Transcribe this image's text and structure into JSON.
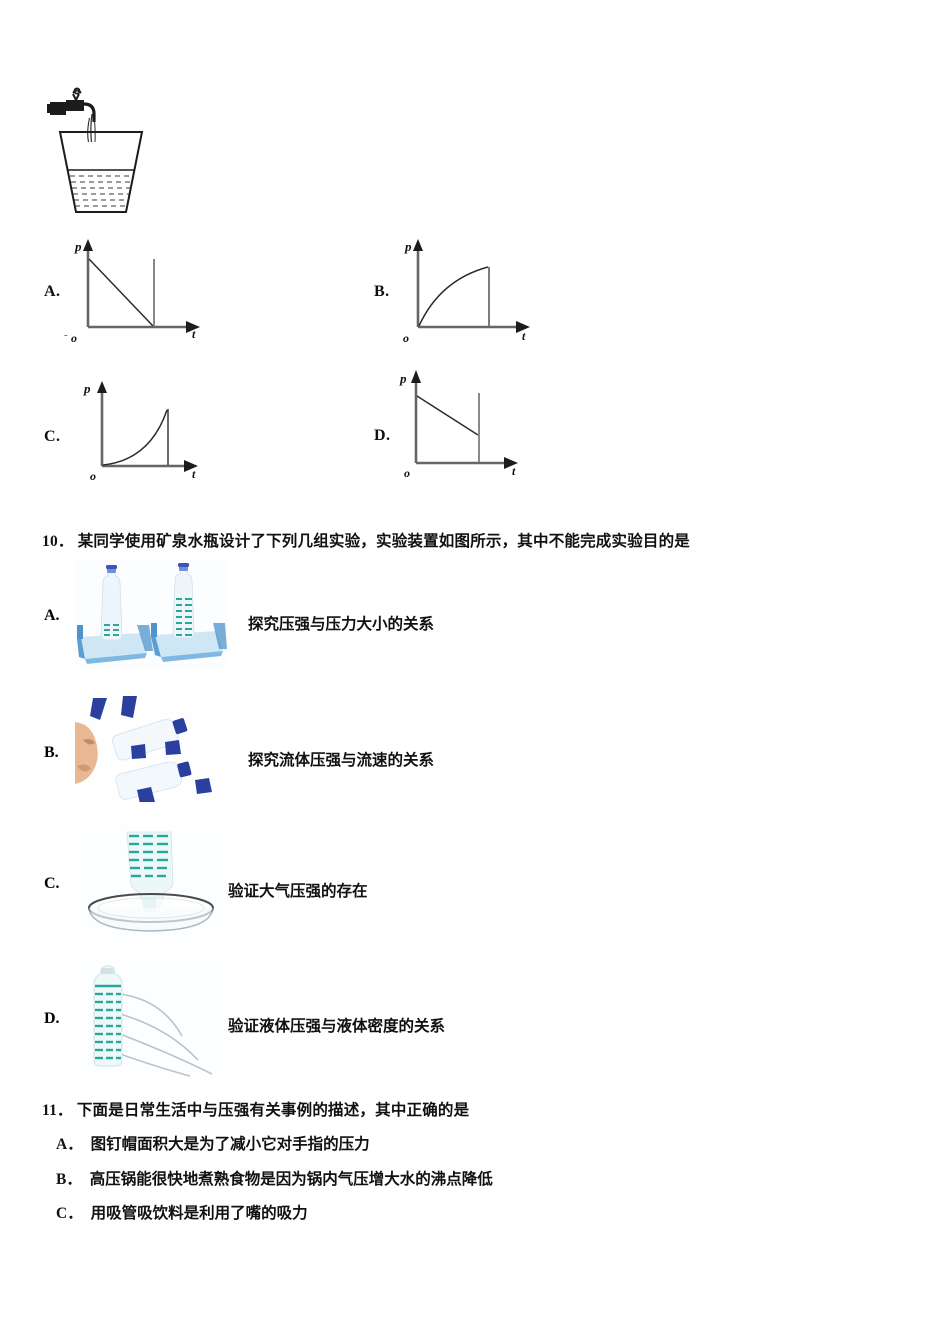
{
  "document": {
    "type": "physics-exam-page",
    "language": "zh-CN"
  },
  "figure_top": {
    "name": "faucet-filling-bucket",
    "description": "水龙头向下方水桶中注水的示意图，桶内水面以虚线表示"
  },
  "question9_choices": {
    "axis_labels": {
      "y": "p",
      "x": "t",
      "origin": "o"
    },
    "options": [
      {
        "letter": "A.",
        "curve_type": "linear-decreasing-to-zero",
        "description": "压强随时间均匀减小到零，末端有竖直线"
      },
      {
        "letter": "B.",
        "curve_type": "concave-down-increasing",
        "description": "压强随时间增大，增大变慢（上凸曲线），末端有竖直线"
      },
      {
        "letter": "C.",
        "curve_type": "concave-up-increasing",
        "description": "压强随时间增大，增大变快（下凹曲线），末端有竖直线"
      },
      {
        "letter": "D.",
        "curve_type": "linear-decreasing-partial",
        "description": "压强随时间均匀减小但未到零，末端有竖直线"
      }
    ]
  },
  "question10": {
    "number": "10．",
    "stem": "某同学使用矿泉水瓶设计了下列几组实验，实验装置如图所示，其中不能完成实验目的是",
    "options": [
      {
        "letter": "A.",
        "caption": "探究压强与压力大小的关系",
        "image_name": "two-bottles-on-sponges",
        "image_description": "两个矿泉水瓶分别放在海绵块上，左瓶水少右瓶水多"
      },
      {
        "letter": "B.",
        "caption": "探究流体压强与流速的关系",
        "image_name": "blowing-between-two-bottles",
        "image_description": "人向两个悬吊的矿泉水瓶中间吹气"
      },
      {
        "letter": "C.",
        "caption": "验证大气压强的存在",
        "image_name": "inverted-bottle-in-dish",
        "image_description": "装满水的矿泉水瓶倒插在水槽中"
      },
      {
        "letter": "D.",
        "caption": "验证液体压强与液体密度的关系",
        "image_name": "bottle-with-side-water-jets",
        "image_description": "瓶壁不同高度小孔射出水流，水流射程不同"
      }
    ]
  },
  "question11": {
    "number": "11．",
    "stem": "下面是日常生活中与压强有关事例的描述，其中正确的是",
    "options": [
      {
        "letter": "A．",
        "text": "图钉帽面积大是为了减小它对手指的压力"
      },
      {
        "letter": "B．",
        "text": "高压锅能很快地煮熟食物是因为锅内气压增大水的沸点降低"
      },
      {
        "letter": "C．",
        "text": "用吸管吸饮料是利用了嘴的吸力"
      }
    ]
  },
  "colors": {
    "ink": "#111111",
    "axis": "#555555",
    "bottle_water": "#2aa79b",
    "bottle_glass": "#e8f2f8",
    "sponge_blue": "#5a9fd4",
    "cap_blue": "#2b3f9e",
    "paper": "#ffffff"
  }
}
